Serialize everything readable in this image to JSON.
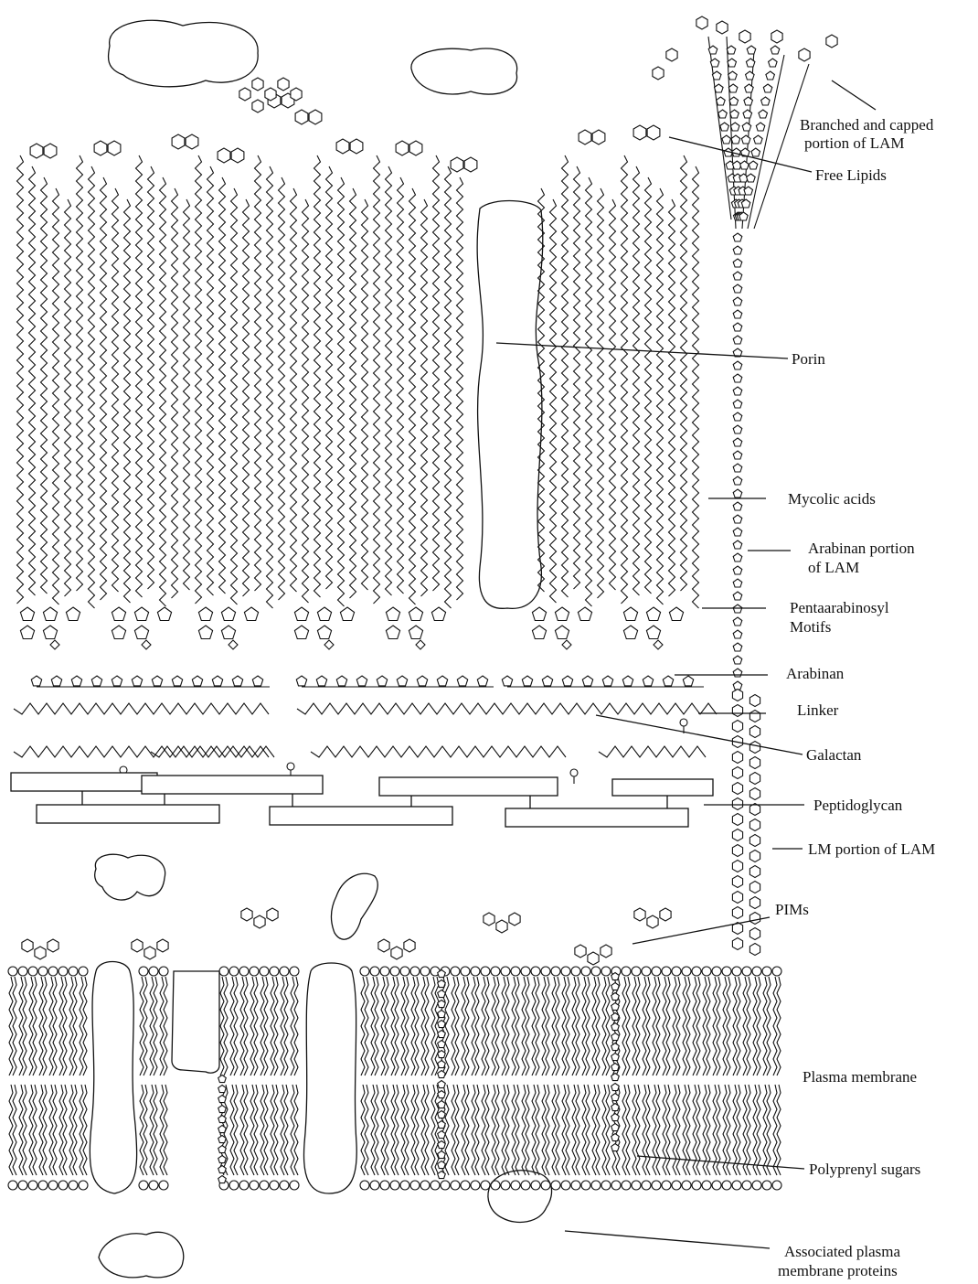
{
  "labels": {
    "branched_line1": "Branched and capped",
    "branched_line2": "portion of LAM",
    "free_lipids": "Free Lipids",
    "porin": "Porin",
    "mycolic_acids": "Mycolic acids",
    "arabinan_portion_line1": "Arabinan portion",
    "arabinan_portion_line2": "of LAM",
    "pentaarabinosyl_line1": "Pentaarabinosyl",
    "pentaarabinosyl_line2": "Motifs",
    "arabinan": "Arabinan",
    "linker": "Linker",
    "galactan": "Galactan",
    "peptidoglycan": "Peptidoglycan",
    "lm_portion": "LM portion of LAM",
    "pims": "PIMs",
    "plasma_membrane": "Plasma membrane",
    "polyprenyl_sugars": "Polyprenyl sugars",
    "associated_line1": "Associated plasma",
    "associated_line2": "membrane proteins"
  },
  "colors": {
    "ink": "#111111",
    "background": "#ffffff"
  }
}
